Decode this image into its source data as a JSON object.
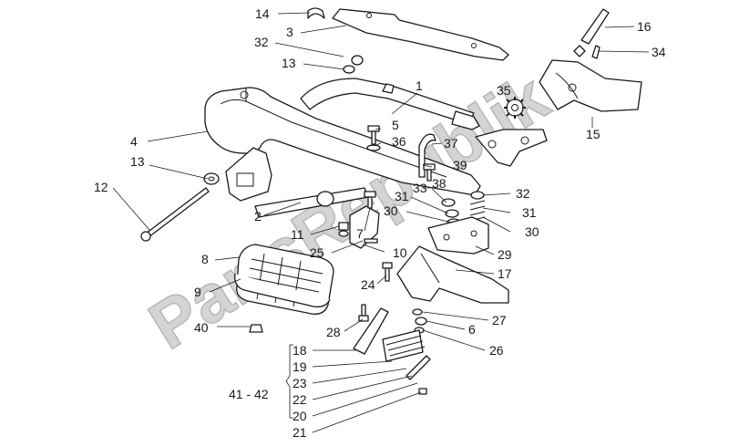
{
  "watermark": "PartsRepublik",
  "callouts": {
    "c14": "14",
    "c3": "3",
    "c32a": "32",
    "c13a": "13",
    "c1": "1",
    "c16": "16",
    "c34": "34",
    "c35": "35",
    "c15": "15",
    "c4": "4",
    "c5": "5",
    "c36": "36",
    "c37": "37",
    "c39": "39",
    "c38": "38",
    "c13b": "13",
    "c12": "12",
    "c33": "33",
    "c32b": "32",
    "c31a": "31",
    "c31b": "31",
    "c30a": "30",
    "c30b": "30",
    "c2": "2",
    "c11": "11",
    "c7": "7",
    "c25": "25",
    "c10": "10",
    "c29": "29",
    "c8": "8",
    "c17": "17",
    "c9": "9",
    "c24": "24",
    "c27": "27",
    "c40": "40",
    "c28": "28",
    "c6": "6",
    "c26": "26",
    "c18": "18",
    "c19": "19",
    "c23": "23",
    "c22": "22",
    "c20": "20",
    "c21": "21",
    "c4142": "41 - 42"
  }
}
